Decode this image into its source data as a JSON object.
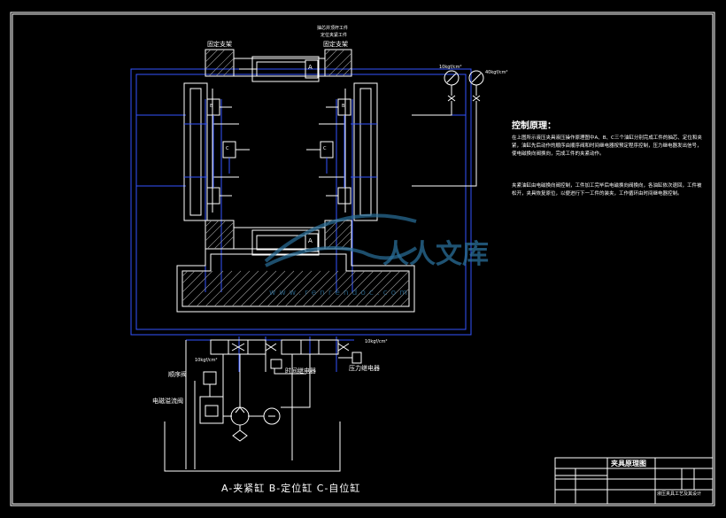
{
  "labels": {
    "fixed_support_left": "固定支架",
    "fixed_support_right": "固定支架",
    "top_note_1": "抽芯并顶杆工件",
    "top_note_2": "定位夹紧工件",
    "cyl_a": "A",
    "cyl_b": "B",
    "cyl_c": "C",
    "pressure_1": "10kgf/cm²",
    "pressure_2": "40kgf/cm²",
    "pressure_3": "10kgf/cm²",
    "pressure_4": "10kgf/cm²",
    "sequence_valve": "顺序阀",
    "solenoid_relief_valve": "电磁溢流阀",
    "time_relay": "时间继电器",
    "pressure_relay": "压力继电器"
  },
  "principle": {
    "title": "控制原理：",
    "paragraph_1": "在上图所示液压夹具液压操作原理图中A、B、C三个油缸分别完成工件的抽芯、定位和夹紧，油缸先后动作的顺序由顺序阀和时间继电器按预定程序控制，压力继电器发出信号，使电磁换向阀换向，完成工件的夹紧动作。",
    "paragraph_2": "夹紧油缸由电磁换向阀控制，工件加工完毕后电磁换向阀换向，各油缸依次退回，工件被松开，夹具恢复原位，以便进行下一工件的装夹，工作循环由时间继电器控制。"
  },
  "legend": "A-夹紧缸   B-定位缸   C-自位缸",
  "title_block": {
    "drawing_title": "夹具原理图",
    "note": "液压夹具工艺及其设计"
  },
  "watermark": {
    "brand": "人人文库",
    "url": "www.renrendoc.com"
  }
}
